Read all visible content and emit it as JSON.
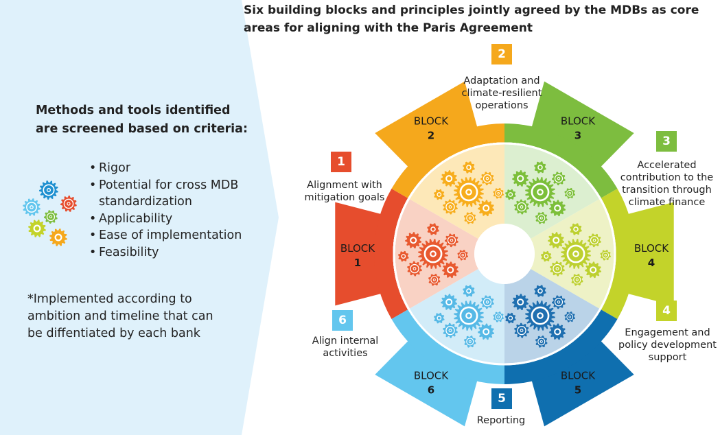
{
  "title": "Six building blocks and principles jointly agreed by the MDBs as core areas for aligning with the Paris Agreement",
  "left_panel": {
    "heading": "Methods and tools identified are screened based on criteria:",
    "criteria": [
      "Rigor",
      "Potential for cross MDB standardization",
      "Applicability",
      "Ease of implementation",
      "Feasibility"
    ],
    "footnote": "*Implemented according to ambition and timeline that can be diffentiated by each bank"
  },
  "blocks": [
    {
      "id": 1,
      "word": "BLOCK",
      "number": "1",
      "badge": "1",
      "label": "Alignment with mitigation goals",
      "color": "#e64d2d",
      "tint": "#f9d2c4",
      "small_gear": "#e8592f"
    },
    {
      "id": 2,
      "word": "BLOCK",
      "number": "2",
      "badge": "2",
      "label": "Adaptation and climate-resilient operations",
      "color": "#f5a81c",
      "tint": "#fde8b8",
      "small_gear": "#f7ad1c"
    },
    {
      "id": 3,
      "word": "BLOCK",
      "number": "3",
      "badge": "3",
      "label": "Accelerated contribution to the transition through climate finance",
      "color": "#7dbd3f",
      "tint": "#dcefd0",
      "small_gear": "#7cbf3a"
    },
    {
      "id": 4,
      "word": "BLOCK",
      "number": "4",
      "badge": "4",
      "label": "Engagement and policy development support",
      "color": "#c3d32a",
      "tint": "#eef2c6",
      "small_gear": "#bdd030"
    },
    {
      "id": 5,
      "word": "BLOCK",
      "number": "5",
      "badge": "5",
      "label": "Reporting",
      "color": "#0f6faf",
      "tint": "#bad3e8",
      "small_gear": "#1f6fb0"
    },
    {
      "id": 6,
      "word": "BLOCK",
      "number": "6",
      "badge": "6",
      "label": "Align internal activities",
      "color": "#63c6ee",
      "tint": "#d2ecf8",
      "small_gear": "#56b9e6"
    }
  ],
  "colors": {
    "panel_bg": "#dff1fb",
    "ring_gap": "#ffffff"
  }
}
